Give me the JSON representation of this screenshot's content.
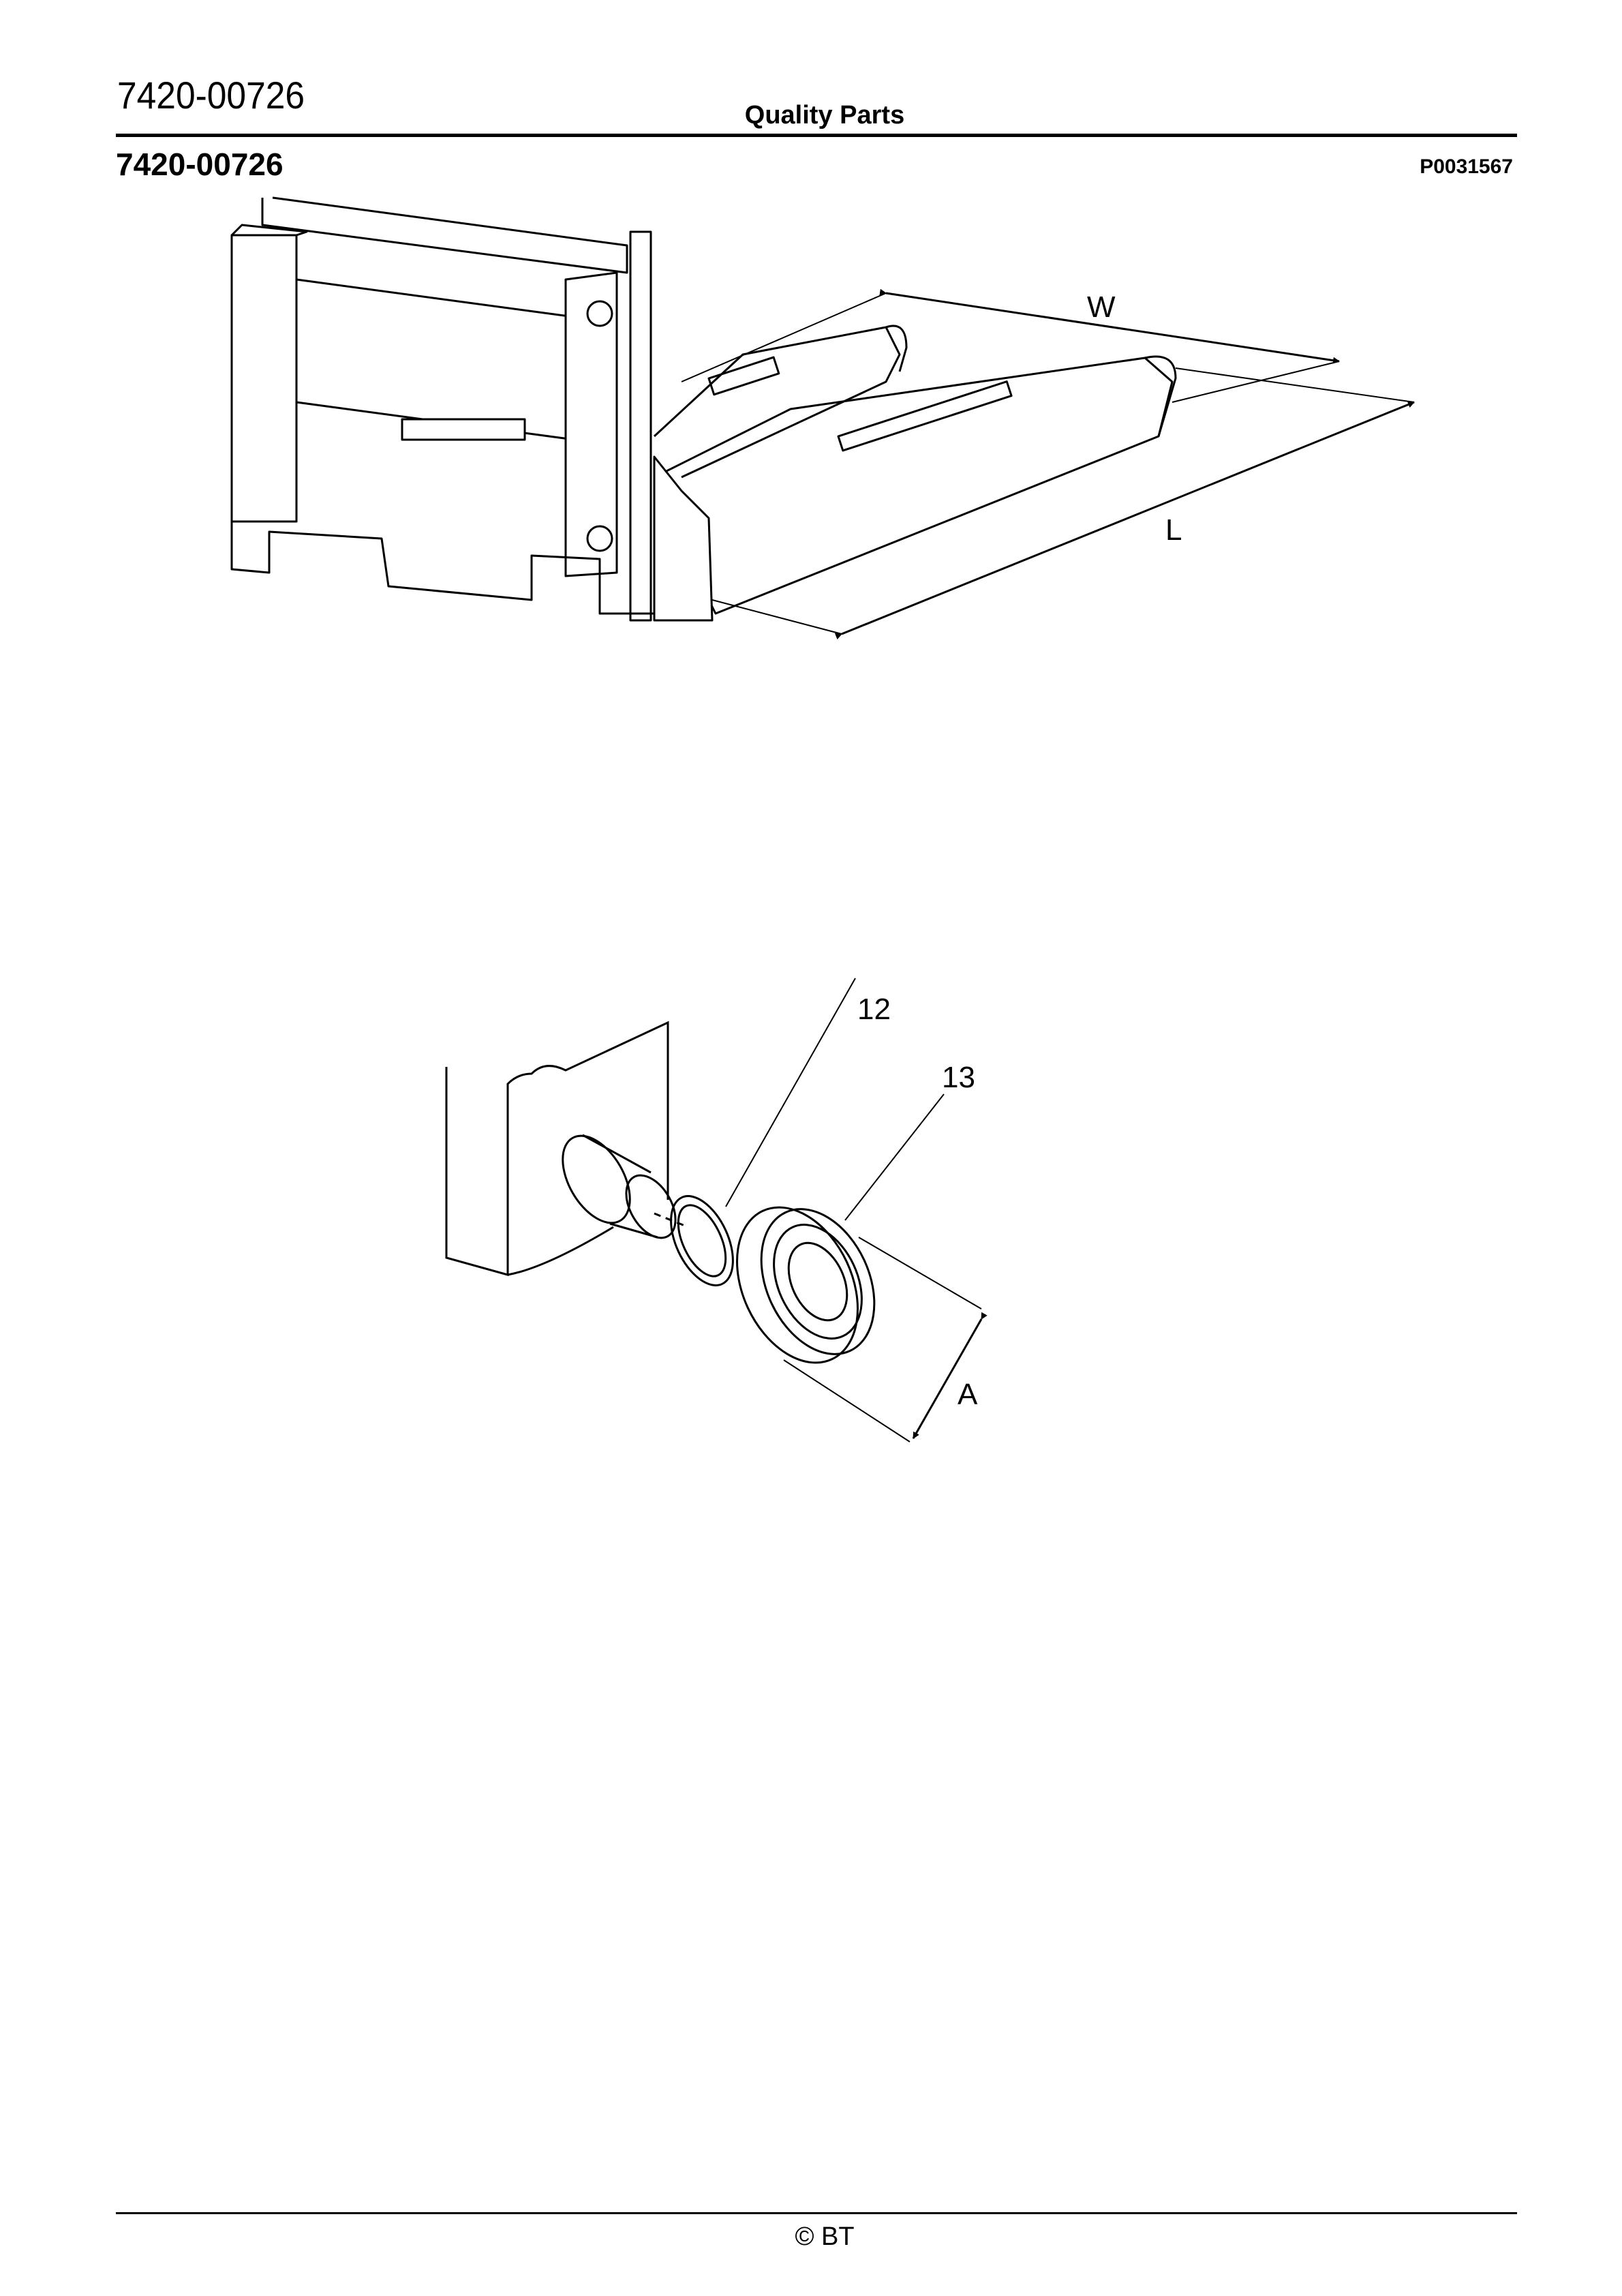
{
  "header": {
    "part_number": "7420-00726",
    "center_title": "Quality Parts"
  },
  "section": {
    "title": "7420-00726",
    "code": "P0031567"
  },
  "figure_top": {
    "dimension_labels": {
      "width": "W",
      "length": "L"
    }
  },
  "figure_bottom": {
    "callouts": [
      "12",
      "13"
    ],
    "dimension_label": "A"
  },
  "footer": {
    "copyright": "© BT"
  }
}
